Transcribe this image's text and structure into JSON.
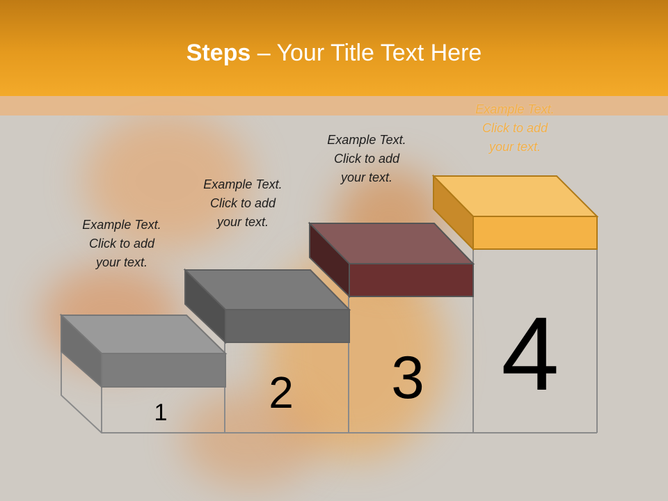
{
  "title": {
    "bold": "Steps",
    "rest": " – Your Title Text Here"
  },
  "steps": [
    {
      "number": "1",
      "lines": [
        "Example Text.",
        "Click  to add",
        "your text."
      ],
      "color": "#8a8a8a"
    },
    {
      "number": "2",
      "lines": [
        "Example Text.",
        "Click  to add",
        "your text."
      ],
      "color": "#6e6e6e"
    },
    {
      "number": "3",
      "lines": [
        "Example Text.",
        "Click  to add",
        "your text."
      ],
      "color": "#6b3030"
    },
    {
      "number": "4",
      "lines": [
        "Example Text.",
        "Click  to add",
        "your text."
      ],
      "color": "#f4b346"
    }
  ],
  "colors": {
    "header": "#e59a1e",
    "accent_text": "#f2b04a"
  }
}
